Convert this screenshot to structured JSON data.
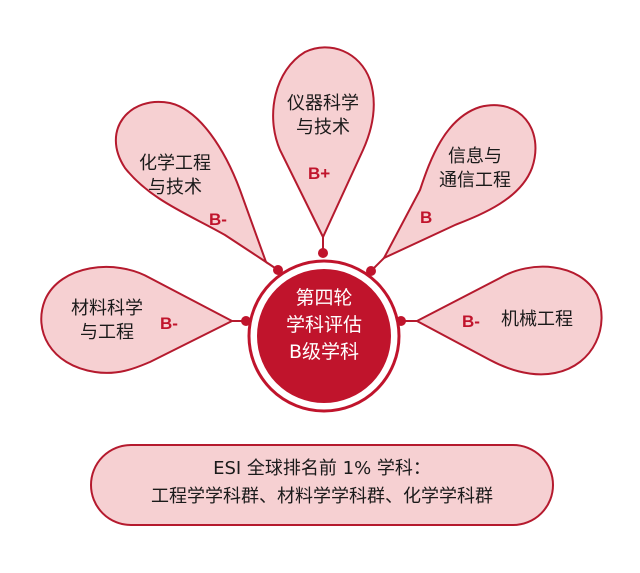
{
  "center": {
    "line1": "第四轮",
    "line2": "学科评估",
    "line3": "B级学科"
  },
  "petals": [
    {
      "id": "materials",
      "line1": "材料科学",
      "line2": "与工程",
      "grade": "B-"
    },
    {
      "id": "chemical",
      "line1": "化学工程",
      "line2": "与技术",
      "grade": "B-"
    },
    {
      "id": "instrument",
      "line1": "仪器科学",
      "line2": "与技术",
      "grade": "B+"
    },
    {
      "id": "information",
      "line1": "信息与",
      "line2": "通信工程",
      "grade": "B"
    },
    {
      "id": "mechanical",
      "line1": "机械工程",
      "line2": "",
      "grade": "B-"
    }
  ],
  "esi": {
    "line1": "ESI 全球排名前 1% 学科：",
    "line2": "工程学学科群、材料学学科群、化学学科群"
  },
  "colors": {
    "accent": "#c0142c",
    "petal_fill": "#f6d0d2",
    "petal_stroke": "#b51a2e"
  }
}
